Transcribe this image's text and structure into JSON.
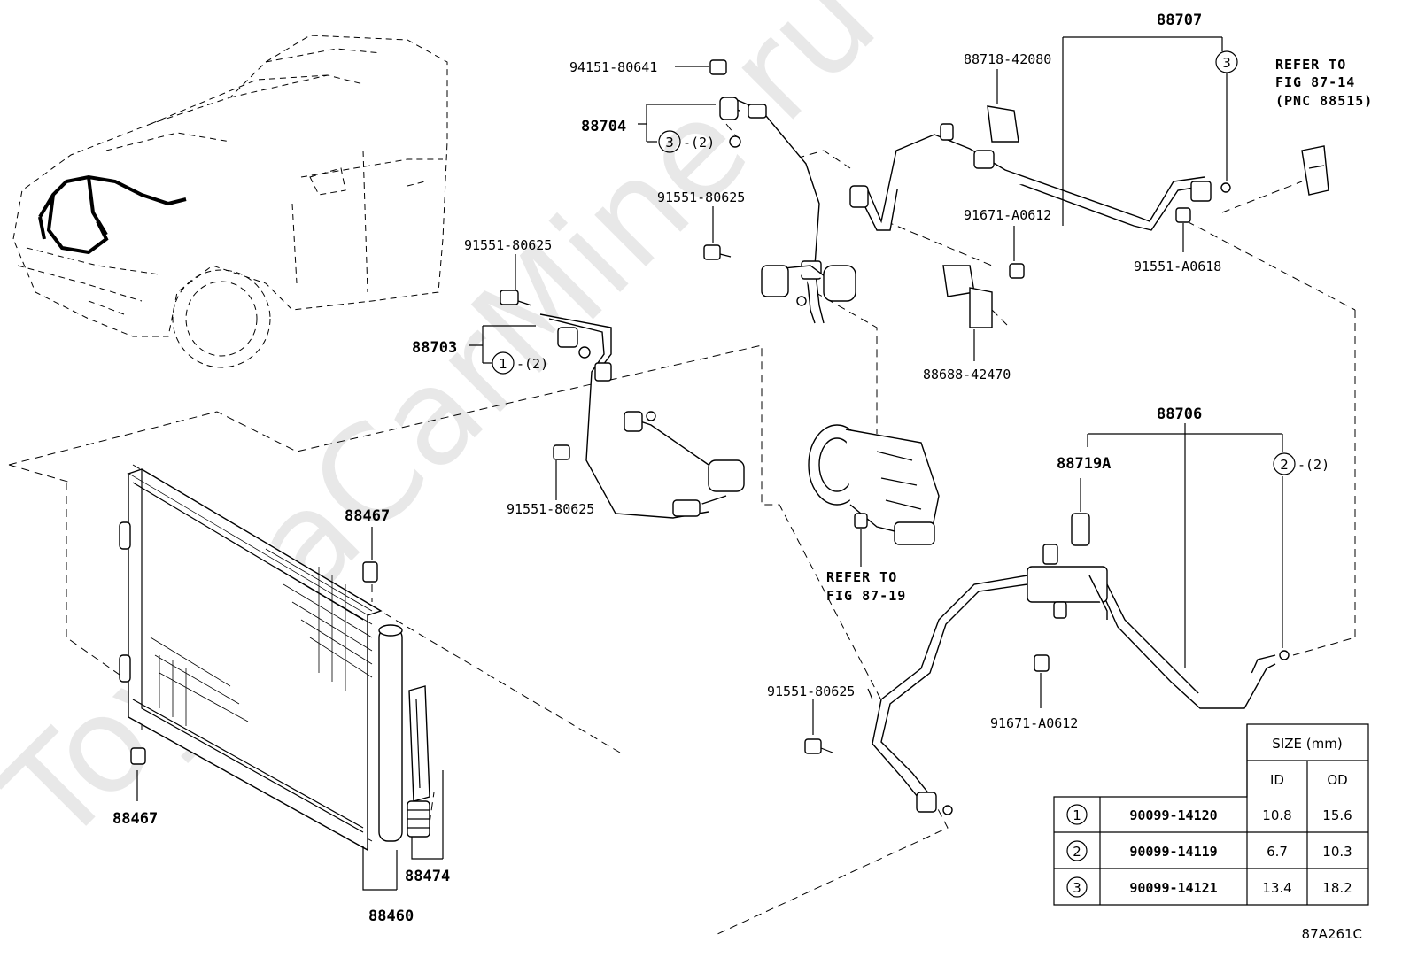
{
  "diagram": {
    "watermark": "ToyotaCarMine.ru",
    "figure_code": "87A261C",
    "labels": {
      "p88707": "88707",
      "p88718": "88718-42080",
      "refer_8714_l1": "REFER TO",
      "refer_8714_l2": "FIG 87-14",
      "refer_8714_l3": "(PNC 88515)",
      "p94151": "94151-80641",
      "p88704": "88704",
      "p88704_qty": "-(2)",
      "p91551_a": "91551-80625",
      "p91671_a": "91671-A0612",
      "p91551_a0618": "91551-A0618",
      "p91551_b": "91551-80625",
      "p88703": "88703",
      "p88703_qty": "-(2)",
      "p88688": "88688-42470",
      "p91551_c": "91551-80625",
      "p88706": "88706",
      "p88719a": "88719A",
      "p88706_qty": "-(2)",
      "refer_8719_l1": "REFER TO",
      "refer_8719_l2": "FIG 87-19",
      "p88467_top": "88467",
      "p88467_bot": "88467",
      "p91551_d": "91551-80625",
      "p91671_b": "91671-A0612",
      "p88474": "88474",
      "p88460": "88460",
      "c1": "1",
      "c2": "2",
      "c3": "3",
      "c3b": "3"
    },
    "size_table": {
      "header": "SIZE (mm)",
      "col_id": "ID",
      "col_od": "OD",
      "rows": [
        {
          "mark": "1",
          "part": "90099-14120",
          "id": "10.8",
          "od": "15.6"
        },
        {
          "mark": "2",
          "part": "90099-14119",
          "id": "6.7",
          "od": "10.3"
        },
        {
          "mark": "3",
          "part": "90099-14121",
          "id": "13.4",
          "od": "18.2"
        }
      ]
    }
  }
}
